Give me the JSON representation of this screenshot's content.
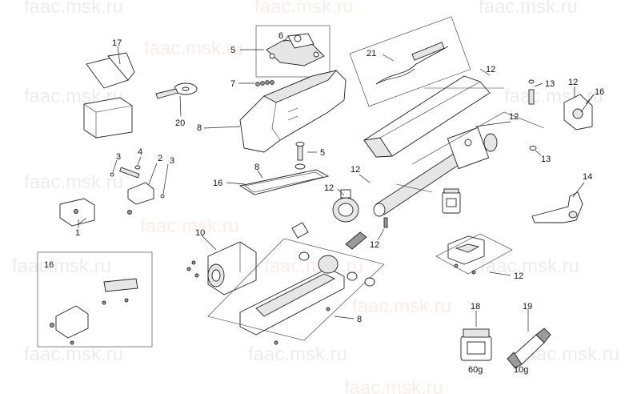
{
  "watermark": {
    "text": "faac.msk.ru"
  },
  "callouts": {
    "c1": "1",
    "c2": "2",
    "c3a": "3",
    "c3b": "3",
    "c4": "4",
    "c5a": "5",
    "c5b": "5",
    "c6": "6",
    "c7": "7",
    "c8a": "8",
    "c8b": "8",
    "c8c": "8",
    "c10": "10",
    "c12a": "12",
    "c12b": "12",
    "c12c": "12",
    "c12d": "12",
    "c12e": "12",
    "c12f": "12",
    "c12g": "12",
    "c13a": "13",
    "c13b": "13",
    "c14": "14",
    "c16a": "16",
    "c16b": "16",
    "c16c": "16",
    "c17": "17",
    "c18": "18",
    "c19": "19",
    "c20": "20",
    "c21": "21"
  },
  "containers": {
    "jar_weight": "60g",
    "tube_weight": "10g"
  },
  "colors": {
    "line": "#222222",
    "watermark_red": "#d23c3c"
  }
}
